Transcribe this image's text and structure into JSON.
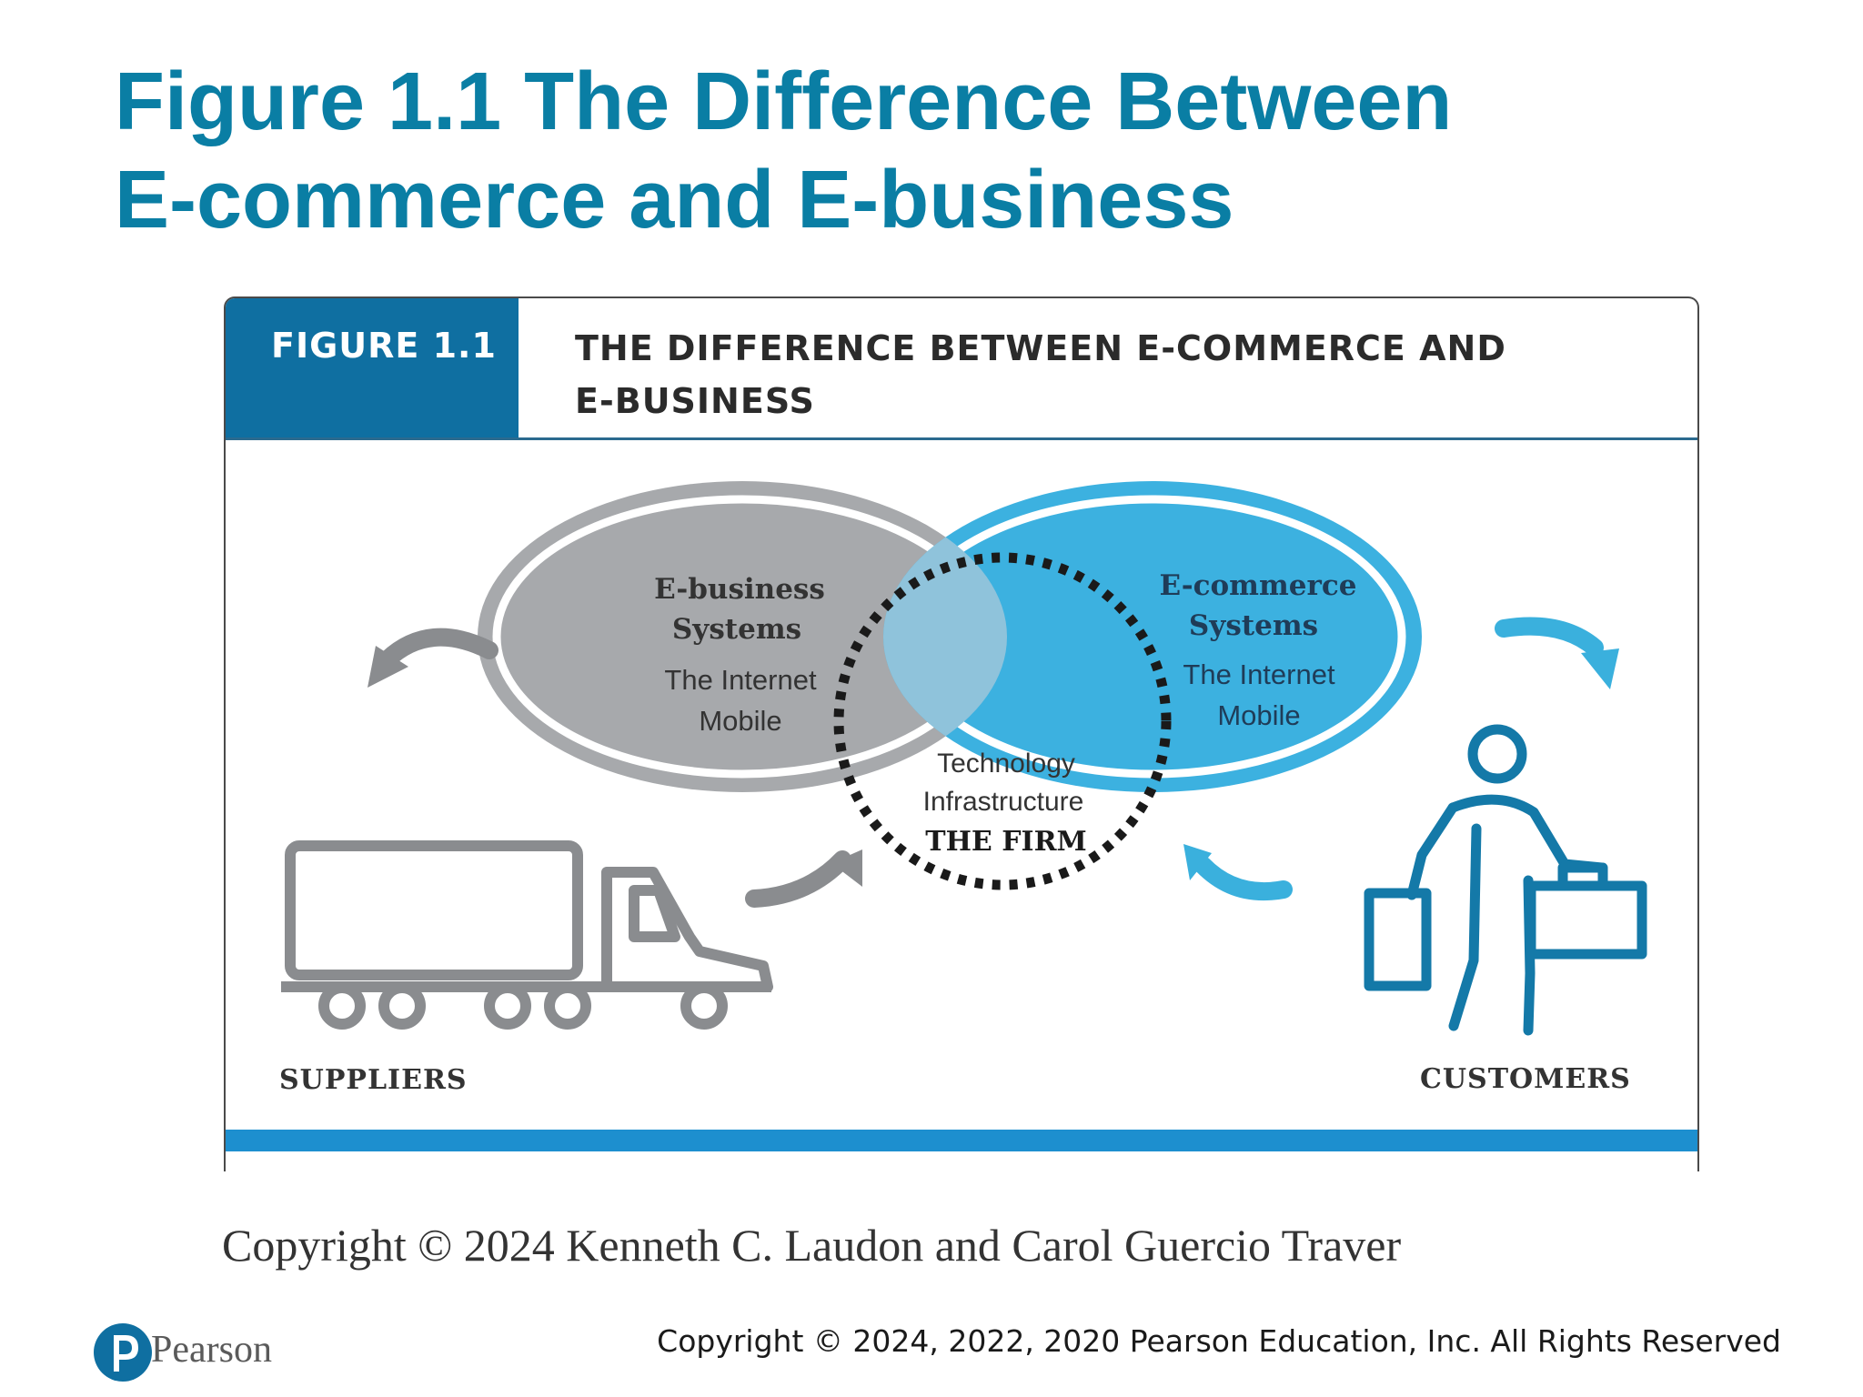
{
  "slide": {
    "title_line1": "Figure 1.1 The Difference Between",
    "title_line2": "E-commerce and E-business"
  },
  "figure": {
    "label": "FIGURE 1.1",
    "title_line1": "THE DIFFERENCE BETWEEN E-COMMERCE AND",
    "title_line2": "E-BUSINESS",
    "ebusiness": {
      "title_line1": "E-business",
      "title_line2": "Systems",
      "item1": "The Internet",
      "item2": "Mobile"
    },
    "ecommerce": {
      "title_line1": "E-commerce",
      "title_line2": "Systems",
      "item1": "The Internet",
      "item2": "Mobile"
    },
    "firm": {
      "line1": "Technology",
      "line2": "Infrastructure",
      "line3": "THE FIRM"
    },
    "suppliers_label": "SUPPLIERS",
    "customers_label": "CUSTOMERS"
  },
  "copyright_figure": "Copyright © 2024 Kenneth C. Laudon and Carol Guercio Traver",
  "copyright_slide": "Copyright © 2024, 2022, 2020 Pearson Education, Inc. All Rights Reserved",
  "pearson_wordmark": "Pearson",
  "colors": {
    "title": "#0a7ea4",
    "header_box": "#0f6fa1",
    "ebusiness_ellipse": "#a7a9ac",
    "ecommerce_ellipse": "#3cb1e0",
    "accent_bar": "#1d8fcf"
  }
}
